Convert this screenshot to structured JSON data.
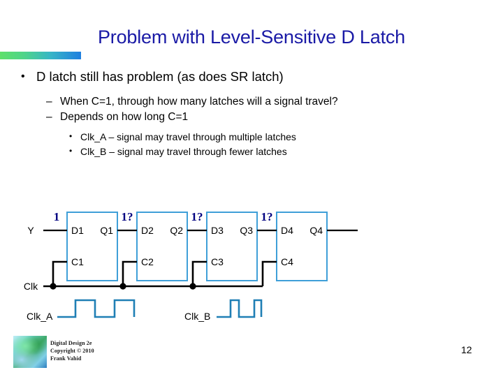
{
  "slide": {
    "title": "Problem with Level-Sensitive D Latch",
    "page_number": "12",
    "title_color": "#1a1aa6",
    "accent_bar_from": "#5ee06a",
    "accent_bar_to": "#1f7fe0"
  },
  "bullets": {
    "level1": [
      {
        "marker": "•",
        "text": "D latch still has problem (as does SR latch)"
      }
    ],
    "level2": [
      {
        "marker": "–",
        "text": "When C=1, through how many latches will a signal travel?"
      },
      {
        "marker": "–",
        "text": "Depends on how long C=1"
      }
    ],
    "level3": [
      {
        "marker": "•",
        "text": "Clk_A – signal may travel through multiple latches"
      },
      {
        "marker": "•",
        "text": "Clk_B – signal may travel through fewer latches"
      }
    ]
  },
  "figure": {
    "wire_color": "#000000",
    "box_color": "#3f9fd8",
    "annotation_color": "#000080",
    "waveform_color": "#1f7fb5",
    "input_label": "Y",
    "clock_label": "Clk",
    "latches": [
      {
        "d": "D1",
        "q": "Q1",
        "c": "C1"
      },
      {
        "d": "D2",
        "q": "Q2",
        "c": "C2"
      },
      {
        "d": "D3",
        "q": "Q3",
        "c": "C3"
      },
      {
        "d": "D4",
        "q": "Q4",
        "c": "C4"
      }
    ],
    "annotations": [
      "1",
      "1?",
      "1?",
      "1?"
    ],
    "waveforms": [
      {
        "label": "Clk_A",
        "pulses": 2,
        "style": "wide"
      },
      {
        "label": "Clk_B",
        "pulses": 2,
        "style": "narrow"
      }
    ]
  },
  "footer": {
    "line1": "Digital Design 2e",
    "line2": "Copyright © 2010",
    "line3": "Frank Vahid"
  }
}
